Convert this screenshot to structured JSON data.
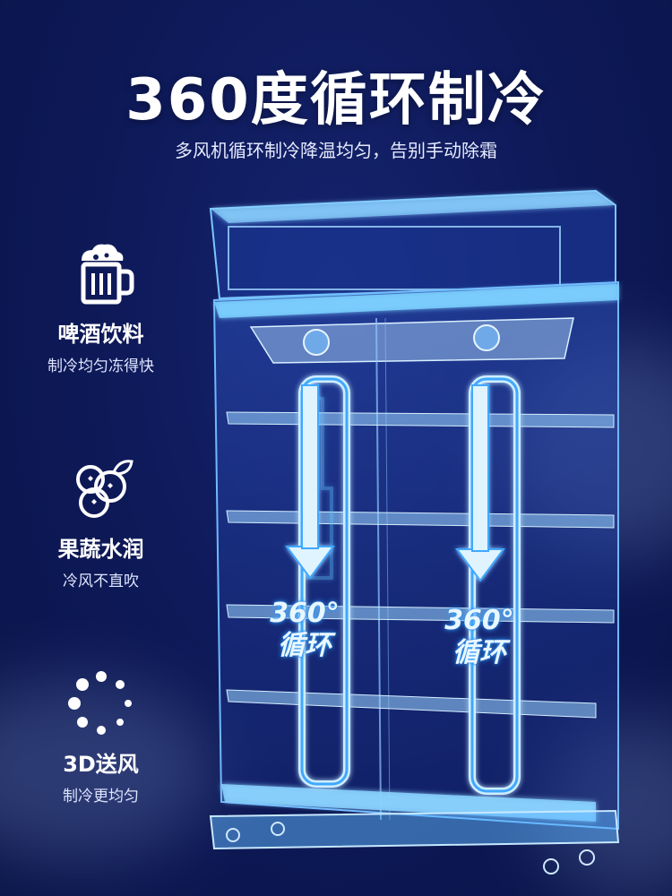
{
  "header": {
    "title": "360度循环制冷",
    "subtitle": "多风机循环制冷降温均匀，告别手动除霜"
  },
  "features": [
    {
      "icon": "beer-mug-icon",
      "name": "啤酒饮料",
      "desc": "制冷均匀冻得快"
    },
    {
      "icon": "berries-icon",
      "name": "果蔬水润",
      "desc": "冷风不直吹"
    },
    {
      "icon": "dots-ring-icon",
      "name": "3D送风",
      "desc": "制冷更均匀"
    }
  ],
  "circulation_labels": [
    {
      "line1": "360°",
      "line2": "循环"
    },
    {
      "line1": "360°",
      "line2": "循环"
    }
  ],
  "colors": {
    "background": "#0e1a5a",
    "glow": "#56b8ff",
    "loop_fill": "#dff4ff"
  }
}
